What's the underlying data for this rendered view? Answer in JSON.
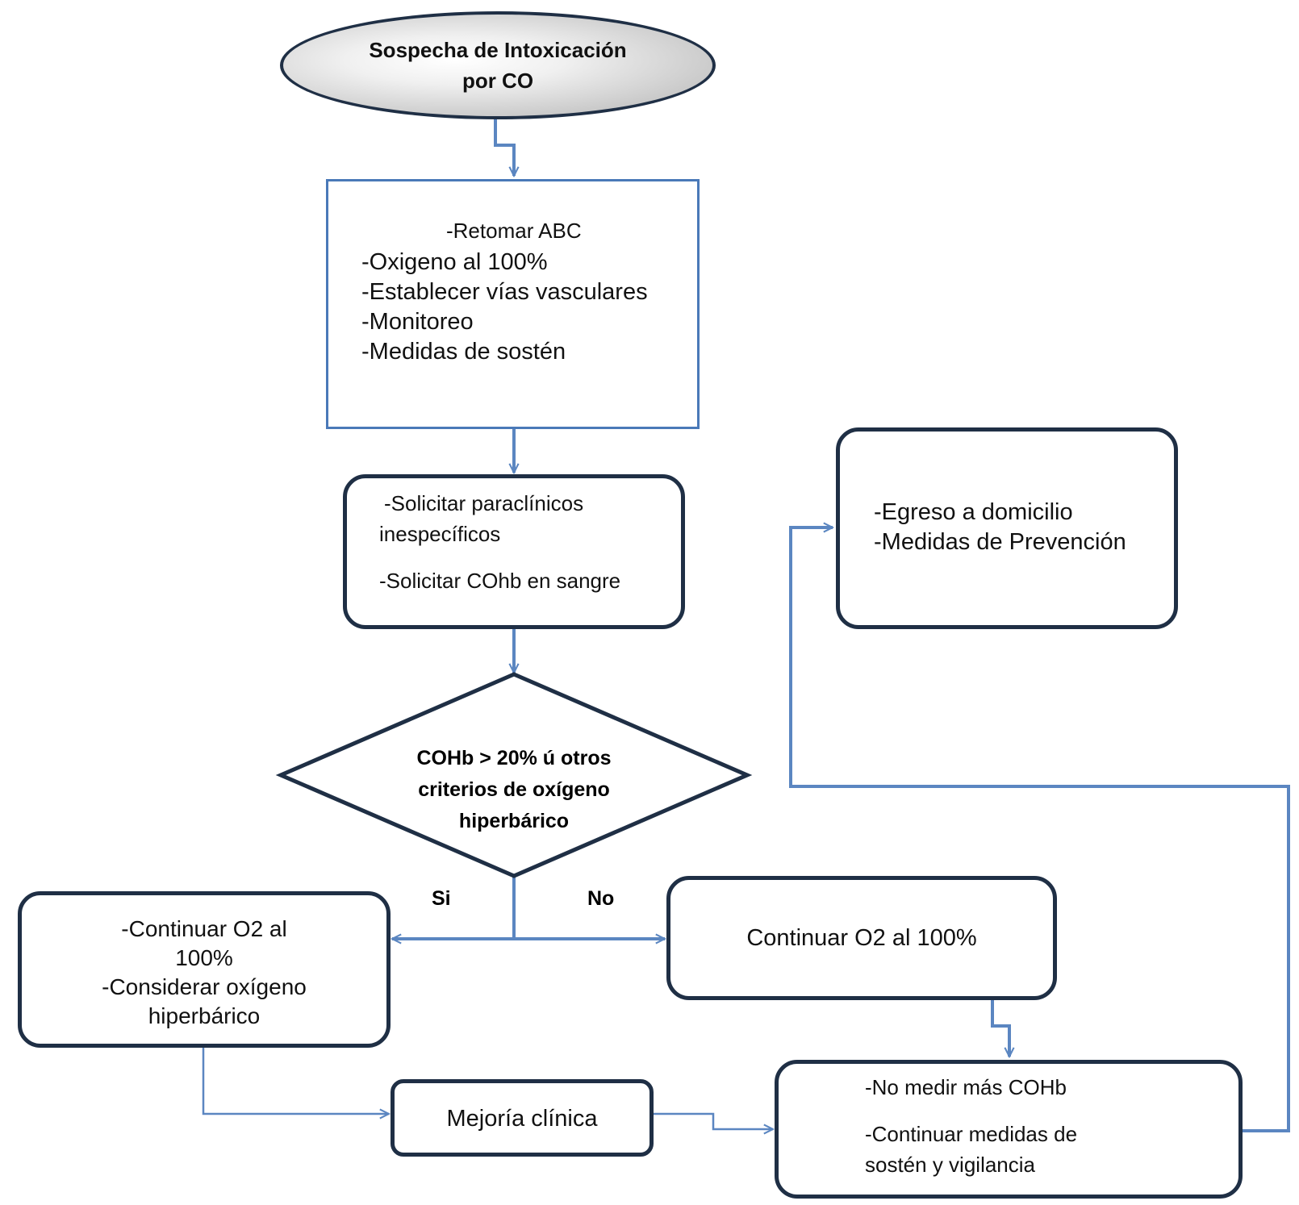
{
  "start": {
    "line1": "Sospecha de Intoxicación",
    "line2": "por CO"
  },
  "initial_box": {
    "line0": "-Retomar  ABC",
    "lines": [
      "-Oxigeno al 100%",
      "-Establecer vías vasculares",
      "-Monitoreo",
      "-Medidas de sostén"
    ]
  },
  "labs_box": {
    "line1": "-Solicitar paraclínicos",
    "line2": "inespecíficos",
    "line3": "-Solicitar COhb en sangre"
  },
  "decision": {
    "line1": "COHb > 20% ú otros",
    "line2": "criterios  de oxígeno",
    "line3": "hiperbárico"
  },
  "branch_yes": "Si",
  "branch_no": "No",
  "yes_box": {
    "line1": "-Continuar O2 al",
    "line2": "100%",
    "line3": "-Considerar oxígeno",
    "line4": "hiperbárico"
  },
  "no_box": {
    "line1": "Continuar O2 al 100%"
  },
  "improvement_box": {
    "line1": "Mejoría clínica"
  },
  "followup_box": {
    "line1": "-No medir más COHb",
    "line2": "-Continuar medidas de",
    "line3": "sostén y vigilancia"
  },
  "discharge_box": {
    "line1": "-Egreso a domicilio",
    "line2": "-Medidas de Prevención"
  },
  "colors": {
    "connector": "#5b86c1",
    "box_border_dark": "#1f2f45",
    "box_border_blue": "#4a79b8"
  }
}
